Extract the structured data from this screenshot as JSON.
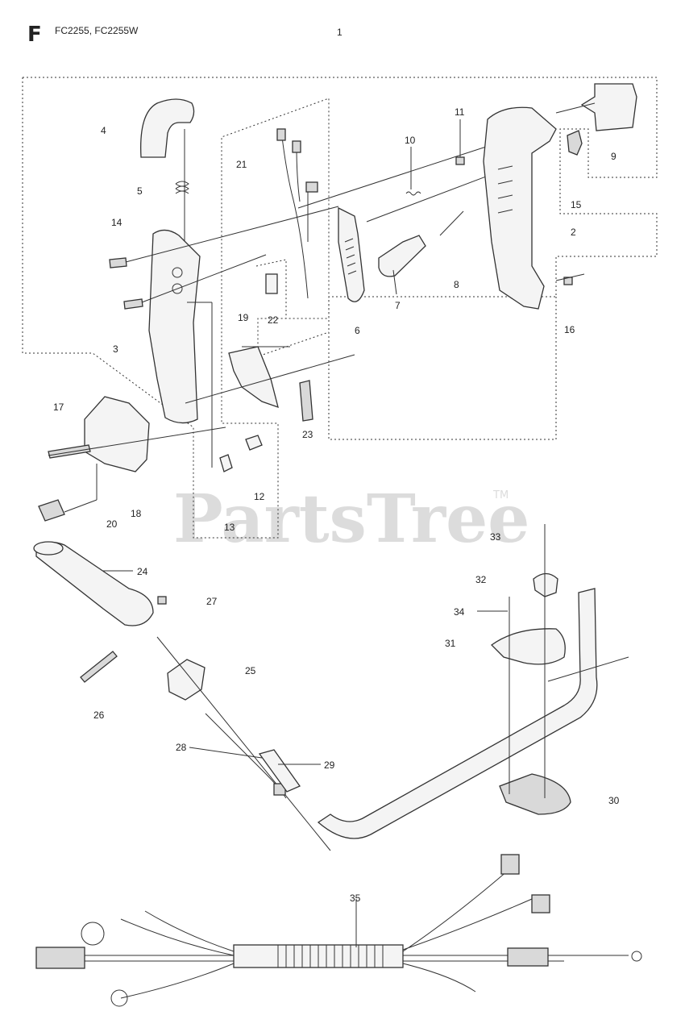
{
  "header": {
    "section_letter": "F",
    "models": "FC2255, FC2255W",
    "page_number": "1"
  },
  "watermark": {
    "text": "PartsTree",
    "trademark": "TM",
    "color": "#dcdcdc"
  },
  "callouts": [
    "1",
    "2",
    "3",
    "4",
    "5",
    "6",
    "7",
    "8",
    "9",
    "10",
    "11",
    "12",
    "13",
    "14",
    "15",
    "16",
    "17",
    "18",
    "19",
    "20",
    "21",
    "22",
    "23",
    "24",
    "25",
    "26",
    "27",
    "28",
    "29",
    "30",
    "31",
    "32",
    "33",
    "34",
    "35"
  ]
}
